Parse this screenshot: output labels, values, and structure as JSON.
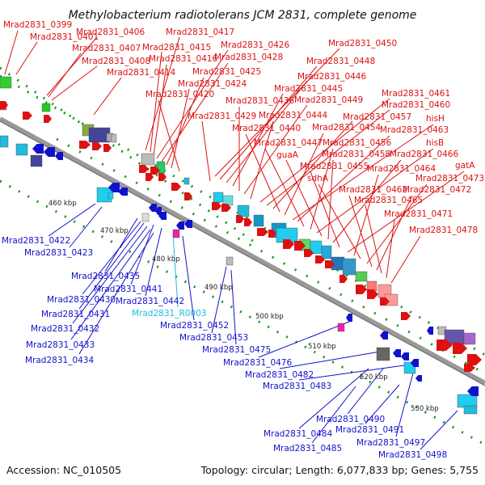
{
  "title": "Methylobacterium radiotolerans JCM 2831, complete genome",
  "footer": {
    "accession": "Accession: NC_010505",
    "summary": "Topology: circular; Length: 6,077,833 bp; Genes: 5,755"
  },
  "colors": {
    "forward": "#dd1111",
    "reverse": "#1111cc",
    "rna": "#22bbdd",
    "backbone": "#999999",
    "tick": "#119911"
  },
  "kbp_labels": [
    "460 kbp",
    "470 kbp",
    "480 kbp",
    "490 kbp",
    "500 kbp",
    "510 kbp",
    "520 kbp",
    "530 kbp"
  ],
  "forward_labels": [
    "Mrad2831_0399",
    "Mrad2831_0401",
    "Mrad2831_0406",
    "Mrad2831_0407",
    "Mrad2831_0408",
    "Mrad2831_0414",
    "Mrad2831_0417",
    "Mrad2831_0415",
    "Mrad2831_0416",
    "Mrad2831_0426",
    "Mrad2831_0428",
    "Mrad2831_0425",
    "Mrad2831_0424",
    "Mrad2831_0420",
    "Mrad2831_0450",
    "Mrad2831_0448",
    "Mrad2831_0446",
    "Mrad2831_0445",
    "Mrad2831_0436",
    "Mrad2831_0449",
    "Mrad2831_0429",
    "Mrad2831_0444",
    "Mrad2831_0461",
    "Mrad2831_0460",
    "Mrad2831_0457",
    "Mrad2831_0440",
    "Mrad2831_0454",
    "hisH",
    "Mrad2831_0463",
    "Mrad2831_0447",
    "Mrad2831_0456",
    "hisB",
    "guaA",
    "Mrad2831_0458",
    "Mrad2831_0466",
    "Mrad2831_0455",
    "gatA",
    "Mrad2831_0464",
    "sdhA",
    "Mrad2831_0473",
    "Mrad2831_0462",
    "Mrad2831_0472",
    "Mrad2831_0465",
    "Mrad2831_0471",
    "Mrad2831_0478"
  ],
  "reverse_labels": [
    "Mrad2831_0422",
    "Mrad2831_0423",
    "Mrad2831_0435",
    "Mrad2831_0441",
    "Mrad2831_0430",
    "Mrad2831_0442",
    "Mrad2831_0431",
    "Mrad2831_0432",
    "Mrad2831_0452",
    "Mrad2831_0433",
    "Mrad2831_0453",
    "Mrad2831_0475",
    "Mrad2831_0434",
    "Mrad2831_0476",
    "Mrad2831_0482",
    "Mrad2831_0483",
    "Mrad2831_0490",
    "Mrad2831_0484",
    "Mrad2831_0491",
    "Mrad2831_0485",
    "Mrad2831_0497",
    "Mrad2831_0498"
  ],
  "rna_labels": [
    "Mrad2831_R0003"
  ]
}
